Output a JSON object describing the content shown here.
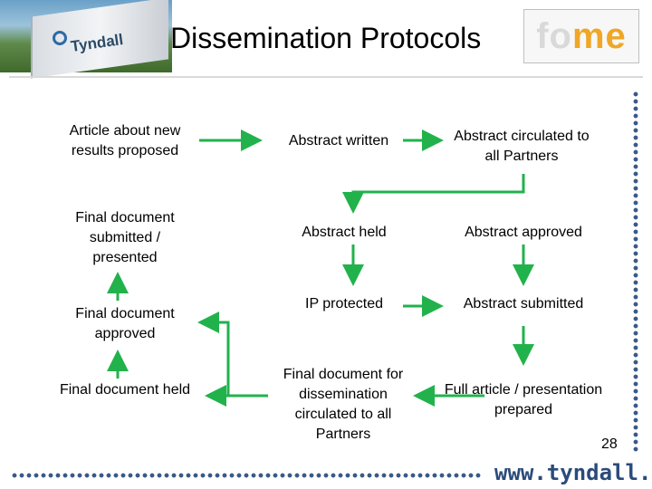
{
  "header": {
    "title": "Dissemination Protocols",
    "photo_logo_text": "Tyndall",
    "brand_left": "fo",
    "brand_right": "me"
  },
  "footer": {
    "url": "www.tyndall.ie",
    "page_number": "28"
  },
  "nodes": {
    "article_proposed": "Article about new results proposed",
    "abstract_written": "Abstract written",
    "abstract_circulated": "Abstract circulated to all Partners",
    "final_submitted": "Final document submitted / presented",
    "abstract_held": "Abstract held",
    "abstract_approved": "Abstract approved",
    "final_approved": "Final document approved",
    "ip_protected": "IP protected",
    "abstract_submitted": "Abstract submitted",
    "final_held": "Final document held",
    "final_circulated": "Final document for dissemination circulated to all Partners",
    "full_article": "Full article / presentation prepared"
  },
  "colors": {
    "arrow": "#22b24c",
    "dots": "#3a5a86",
    "brand_accent": "#f0a626"
  }
}
